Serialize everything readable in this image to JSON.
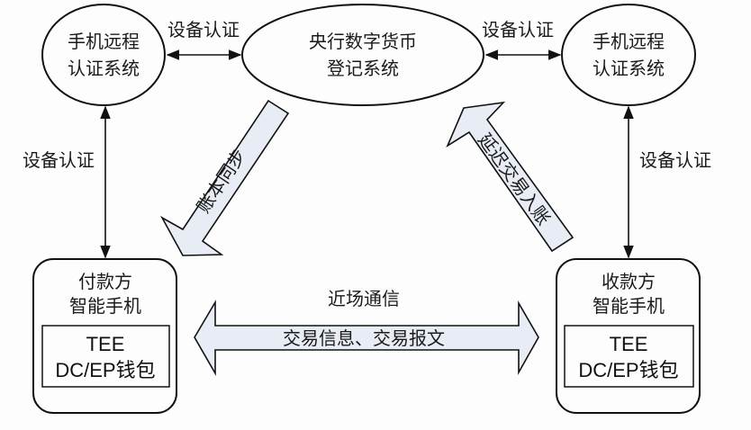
{
  "colors": {
    "stroke": "#111111",
    "arrow_fill": "#e8ecf4",
    "background": "#fdfdfd"
  },
  "nodes": {
    "central": {
      "line1": "央行数字货币",
      "line2": "登记系统"
    },
    "left_auth": {
      "line1": "手机远程",
      "line2": "认证系统"
    },
    "right_auth": {
      "line1": "手机远程",
      "line2": "认证系统"
    },
    "payer": {
      "line1": "付款方",
      "line2": "智能手机",
      "inner1": "TEE",
      "inner2": "DC/EP钱包"
    },
    "payee": {
      "line1": "收款方",
      "line2": "智能手机",
      "inner1": "TEE",
      "inner2": "DC/EP钱包"
    }
  },
  "edges": {
    "top_left": "设备认证",
    "top_right": "设备认证",
    "left_vertical": "设备认证",
    "right_vertical": "设备认证",
    "ledger_sync": "账本同步",
    "delayed_posting": "延迟交易入账",
    "nfc_title": "近场通信",
    "nfc_content": "交易信息、交易报文"
  }
}
